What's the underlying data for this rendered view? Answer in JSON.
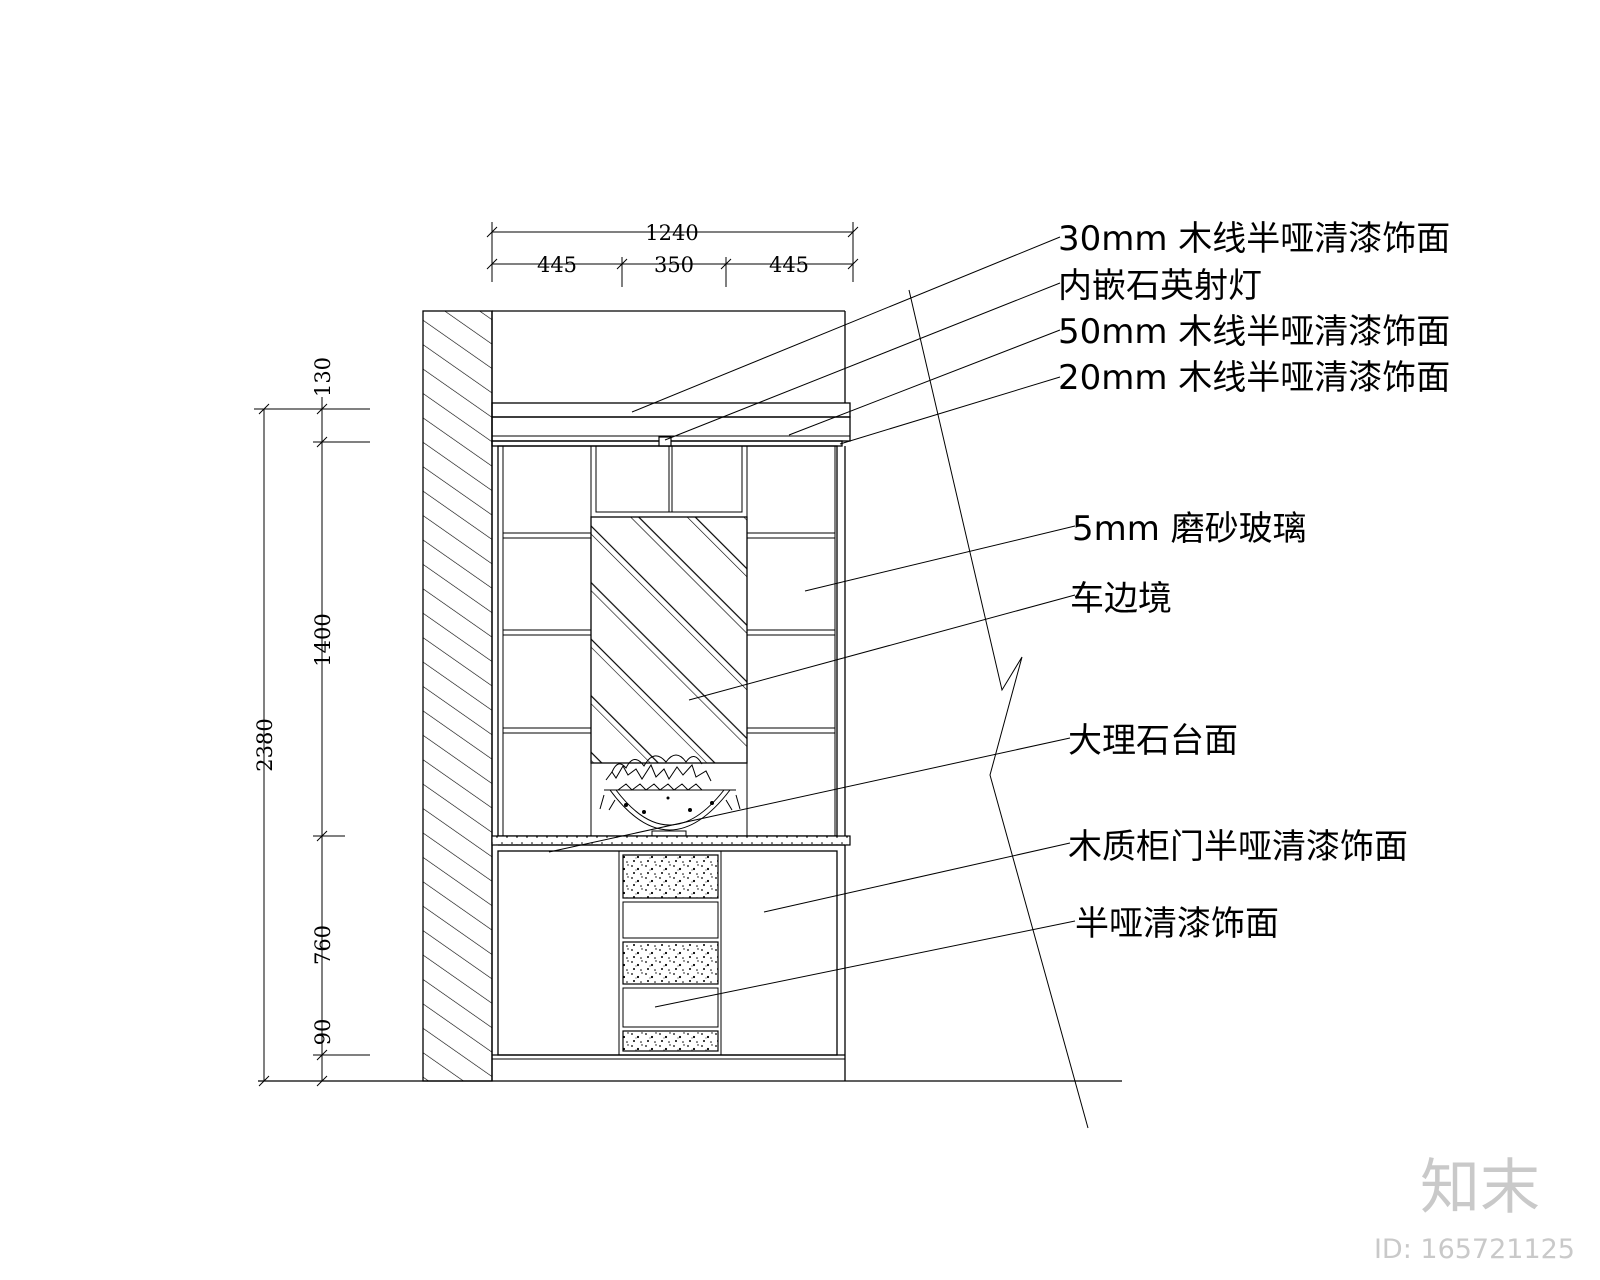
{
  "dimensions": {
    "top_total": "1240",
    "top_segments": [
      "445",
      "350",
      "445"
    ],
    "left_total": "2380",
    "left_segments": [
      "130",
      "1400",
      "760",
      "90"
    ]
  },
  "annotations": [
    "30mm 木线半哑清漆饰面",
    "内嵌石英射灯",
    "50mm 木线半哑清漆饰面",
    "20mm 木线半哑清漆饰面",
    "5mm 磨砂玻璃",
    "车边境",
    "大理石台面",
    "木质柜门半哑清漆饰面",
    "半哑清漆饰面"
  ],
  "watermark": {
    "brand": "知末",
    "id": "ID: 165721125"
  }
}
